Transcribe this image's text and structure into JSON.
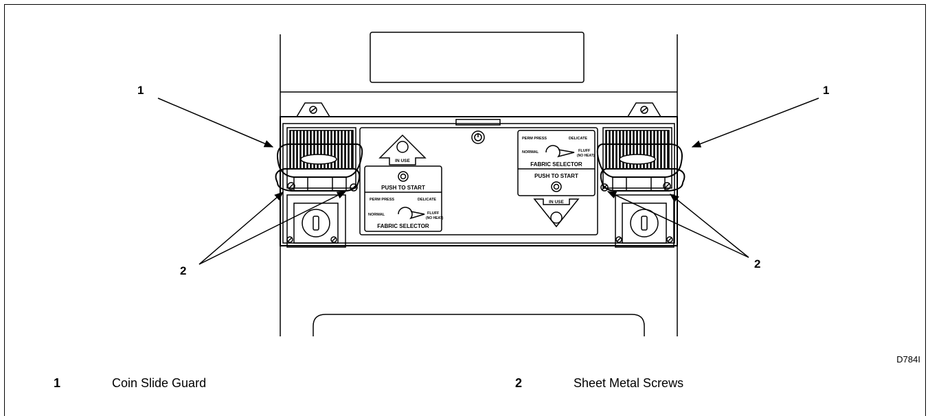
{
  "figure": {
    "code": "D784I",
    "callouts": {
      "left_1": "1",
      "right_1": "1",
      "left_2": "2",
      "right_2": "2"
    },
    "panel_labels": {
      "in_use": "IN USE",
      "push_to_start": "PUSH TO START",
      "perm_press": "PERM PRESS",
      "delicate": "DELICATE",
      "normal": "NORMAL",
      "fluff": "FLUFF",
      "no_heat": "(NO HEAT)",
      "fabric_selector": "FABRIC SELECTOR"
    }
  },
  "legend": [
    {
      "number": "1",
      "text": "Coin Slide Guard"
    },
    {
      "number": "2",
      "text": "Sheet Metal Screws"
    }
  ]
}
